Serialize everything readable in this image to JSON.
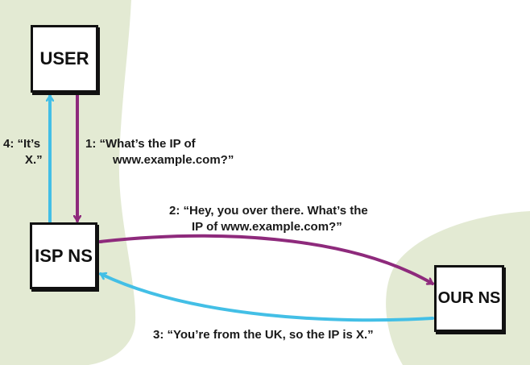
{
  "nodes": {
    "user": "USER",
    "isp_ns": "ISP NS",
    "our_ns": "OUR NS"
  },
  "labels": {
    "step1_line1": "1: “What’s the IP of",
    "step1_line2": "www.example.com?”",
    "step2_line1": "2: “Hey, you over there. What’s the",
    "step2_line2": "IP of www.example.com?”",
    "step3": "3: “You’re from the UK, so the IP is X.”",
    "step4_line1": "4: “It’s",
    "step4_line2": "X.”"
  },
  "colors": {
    "background_region": "#e3ead3",
    "request_arrow": "#8e2a7c",
    "response_arrow": "#43bfe6",
    "box_border": "#111111"
  }
}
